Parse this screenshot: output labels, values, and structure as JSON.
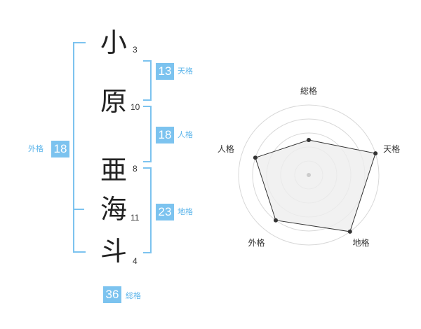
{
  "name": {
    "chars": [
      {
        "char": "小",
        "strokes": "3"
      },
      {
        "char": "原",
        "strokes": "10"
      },
      {
        "char": "亜",
        "strokes": "8"
      },
      {
        "char": "海",
        "strokes": "11"
      },
      {
        "char": "斗",
        "strokes": "4"
      }
    ]
  },
  "fortune": {
    "tenkaku": {
      "value": "13",
      "label": "天格"
    },
    "jinkaku": {
      "value": "18",
      "label": "人格"
    },
    "chikaku": {
      "value": "23",
      "label": "地格"
    },
    "gaikaku": {
      "value": "18",
      "label": "外格"
    },
    "soukaku": {
      "value": "36",
      "label": "総格"
    }
  },
  "colors": {
    "bracket": "#7cc3ef",
    "badge": "#7cc3ef",
    "badge_label": "#5bb4ea",
    "radar_fill": "#eeeeee",
    "radar_stroke": "#333333"
  },
  "chart_data": {
    "type": "radar",
    "axes": [
      "総格",
      "天格",
      "地格",
      "外格",
      "人格"
    ],
    "values": [
      0.5,
      1.0,
      1.0,
      0.8,
      0.8
    ],
    "rings": 5,
    "range": [
      0,
      1
    ]
  }
}
